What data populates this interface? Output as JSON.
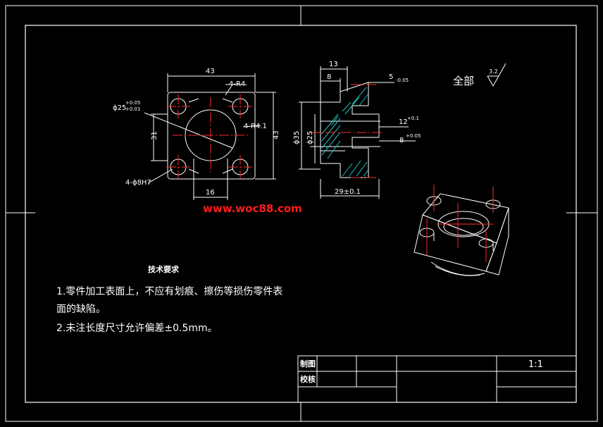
{
  "colors": {
    "background": "#000000",
    "line": "#ffffff",
    "centerline": "#ff2a2a",
    "hatch": "#20c0c0",
    "watermark": "#ff1a1a"
  },
  "front_view": {
    "dim_width": "43",
    "dim_r": "4-R4",
    "dim_bore": "ϕ25",
    "dim_bore_tol_upper": "+0.05",
    "dim_bore_tol_lower": "+0.01",
    "dim_height": "31",
    "dim_r2": "4-R4.1",
    "dim_right": "43",
    "dim_holes": "4-ϕ8H7",
    "dim_spacing": "16"
  },
  "section_view": {
    "dim_13": "13",
    "dim_8": "8",
    "dim_5": "5",
    "dim_5_tol": "-0.05",
    "dim_phi35": "ϕ35",
    "dim_phi25": "ϕ25",
    "dim_12": "12",
    "dim_12_tol": "+0.1",
    "dim_8b": "8",
    "dim_8b_tol": "+0.05",
    "dim_29": "29±0.1"
  },
  "surface_note": "全部",
  "surface_value": "3.2",
  "watermark": "www.woc88.com",
  "tech": {
    "heading": "技术要求",
    "line1": "1.零件加工表面上，不应有划痕、擦伤等损伤零件表",
    "line2": "面的缺陷。",
    "line3": "2.未注长度尺寸允许偏差±0.5mm。"
  },
  "title_block": {
    "row1_label": "制图",
    "row2_label": "校核",
    "scale": "1:1"
  }
}
